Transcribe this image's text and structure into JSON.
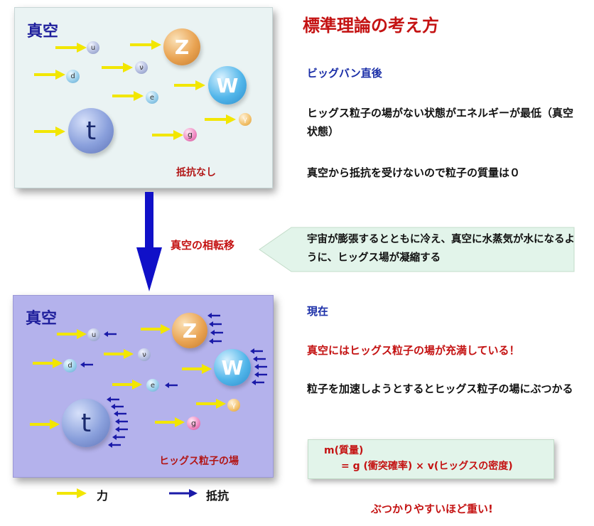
{
  "title": "標準理論の考え方",
  "top_panel": {
    "vacuum_label": "真空",
    "caption": "抵抗なし",
    "particles": {
      "u": "u",
      "d": "d",
      "nu": "ν",
      "e": "e",
      "t": "t",
      "g": "g",
      "z": "Z",
      "w": "W",
      "gamma": "γ"
    }
  },
  "bottom_panel": {
    "vacuum_label": "真空",
    "caption": "ヒッグス粒子の場",
    "particles": {
      "u": "u",
      "d": "d",
      "nu": "ν",
      "e": "e",
      "t": "t",
      "g": "g",
      "z": "Z",
      "w": "W",
      "gamma": "γ"
    }
  },
  "transition_label": "真空の相転移",
  "callout_text": "宇宙が膨張するとともに冷え、真空に水蒸気が水になるように、ヒッグス場が凝縮する",
  "section_early": {
    "heading": "ビッグバン直後",
    "line1": "ヒッグス粒子の場がない状態がエネルギーが最低（真空状態）",
    "line2": "真空から抵抗を受けないので粒子の質量は０"
  },
  "section_now": {
    "heading": "現在",
    "line1": "真空にはヒッグス粒子の場が充満している！",
    "line2": "粒子を加速しようとするとヒッグス粒子の場にぶつかる"
  },
  "formula": {
    "line1": "m(質量)",
    "line2": "= g (衝突確率) × v(ヒッグスの密度)"
  },
  "conclusion": "ぶつかりやすいほど重い!",
  "legend": {
    "force": "力",
    "resistance": "抵抗"
  },
  "colors": {
    "title_red": "#c41212",
    "heading_blue": "#1b2fa8",
    "force_arrow": "#f2e600",
    "resistance_arrow": "#1a1aa8",
    "big_arrow": "#1010c8"
  }
}
